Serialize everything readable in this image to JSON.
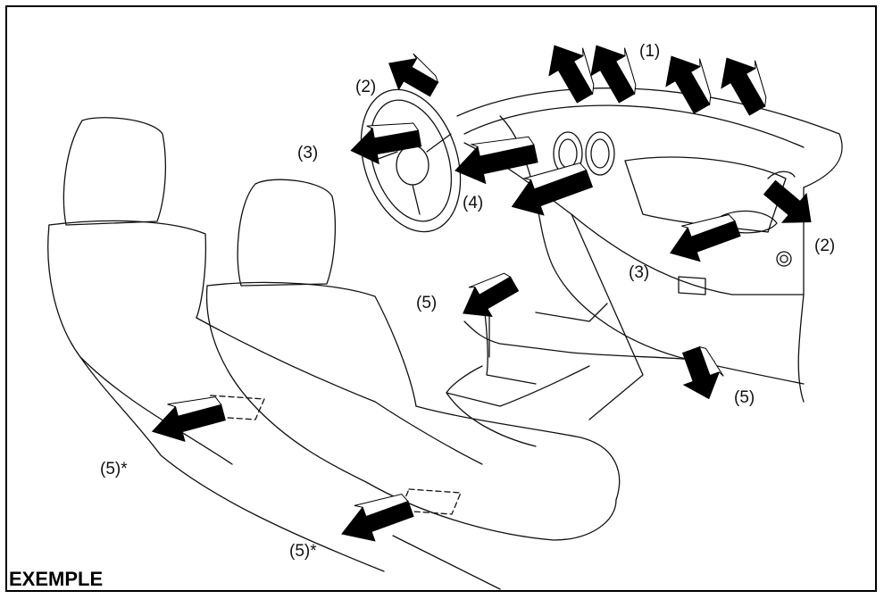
{
  "caption": "EXEMPLE",
  "callouts": {
    "c1": "(1)",
    "c2_left": "(2)",
    "c2_right": "(2)",
    "c3_left": "(3)",
    "c3_right": "(3)",
    "c4": "(4)",
    "c5_console": "(5)",
    "c5_floor": "(5)",
    "c5_rear1": "(5)*",
    "c5_rear2": "(5)*"
  },
  "colors": {
    "line": "#111111",
    "arrow": "#000000",
    "background": "#ffffff"
  }
}
